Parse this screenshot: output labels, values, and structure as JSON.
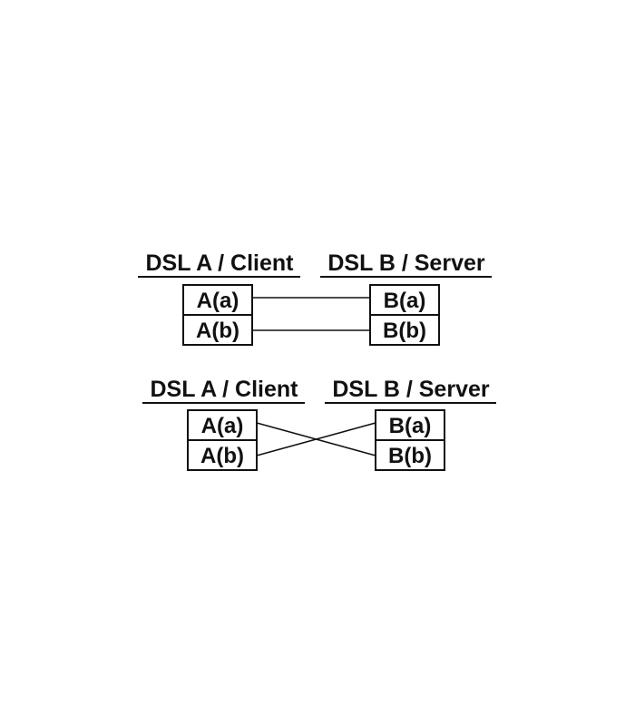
{
  "panels": [
    {
      "wiring": "straight",
      "left_title": "DSL A / Client",
      "right_title": "DSL B / Server",
      "left_terminals": [
        "A(a)",
        "A(b)"
      ],
      "right_terminals": [
        "B(a)",
        "B(b)"
      ],
      "connections": [
        [
          0,
          0
        ],
        [
          1,
          1
        ]
      ]
    },
    {
      "wiring": "crossed",
      "left_title": "DSL A / Client",
      "right_title": "DSL B / Server",
      "left_terminals": [
        "A(a)",
        "A(b)"
      ],
      "right_terminals": [
        "B(a)",
        "B(b)"
      ],
      "connections": [
        [
          0,
          1
        ],
        [
          1,
          0
        ]
      ]
    }
  ],
  "colors": {
    "line": "#111111",
    "background": "#ffffff"
  }
}
